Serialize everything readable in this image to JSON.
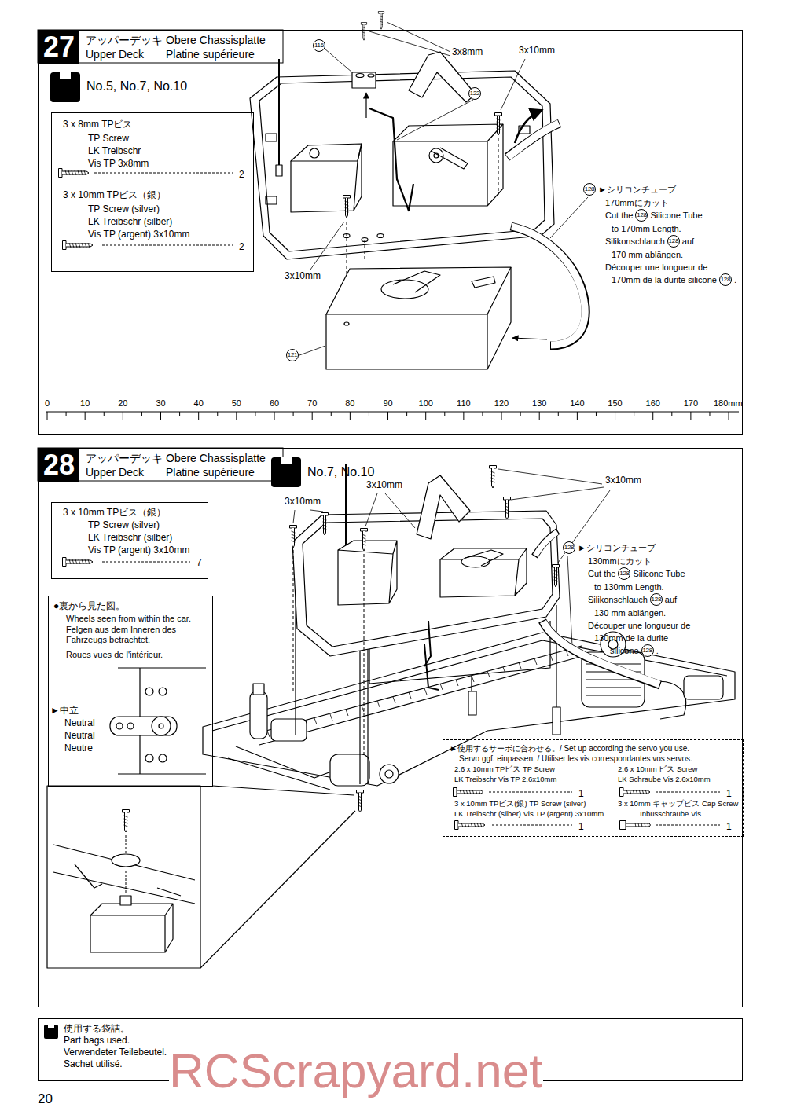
{
  "diagram": {
    "nodes": [
      {
        "text": [
          "27",
          "アッパーデッキ",
          "Obere Chassisplatte",
          "Upper Deck",
          "Platine supérieure"
        ]
      },
      {
        "text": [
          "3 x 8mm TPビス",
          "TP Screw",
          "LK Treibschr",
          "Vis TP 3x8mm",
          "2",
          "3 x 10mm TPビス（銀）",
          "TP Screw (silver)",
          "LK Treibschr (silber)",
          "Vis TP (argent) 3x10mm",
          "2"
        ],
        "in": 0
      },
      {
        "text": [
          "28",
          "アッパーデッキ",
          "Obere Chassisplatte",
          "Upper Deck",
          "Platine supérieure"
        ]
      },
      {
        "text": [
          "3 x 10mm TPビス（銀）",
          "TP Screw (silver)",
          "LK Treibschr (silber)",
          "Vis TP (argent) 3x10mm",
          "7"
        ],
        "in": 2
      },
      {
        "text": [
          "●裏から見た図。",
          "Wheels seen from within the car.",
          "Felgen aus dem Inneren des Fahrzeugs betrachtet.",
          "Roues vues de l'intérieur."
        ],
        "in": 2
      },
      {
        "text": [
          "►使用するサーボに合わせる。/ Set up according the servo you use.",
          "Servo ggf. einpassen. / Utiliser les vis correspondantes vos servos.",
          "2.6 x 10mm TPビス TP Screw",
          "LK Treibschr Vis TP 2.6x10mm",
          "1",
          "2.6 x 10mm ビス Screw",
          "LK Schraube Vis 2.6x10mm",
          "1",
          "3 x 10mm TPビス(銀) TP Screw (silver)",
          "LK Treibschr (silber) Vis TP (argent) 3x10mm",
          "1",
          "3 x 10mm キャップビス Cap Screw",
          "Inbusschraube Vis",
          "1"
        ],
        "in": 2
      },
      {
        "text": [
          "使用する袋詰。",
          "Part bags used.",
          "Verwendeter Teilebeutel.",
          "Sachet utilisé."
        ]
      }
    ],
    "labels": [
      "No.5, No.7, No.10",
      "3x8mm",
      "3x10mm",
      "3x10mm",
      "116",
      "122",
      "121",
      "128",
      "►シリコンチューブ",
      "170mmにカット",
      "Cut the",
      "128",
      "Silicone Tube",
      "to 170mm Length.",
      "Silikonschlauch",
      "128",
      "auf",
      "170 mm ablängen.",
      "Découper une longueur de",
      "170mm de la durite silicone",
      "128",
      ".",
      "0",
      "10",
      "20",
      "30",
      "40",
      "50",
      "60",
      "70",
      "80",
      "90",
      "100",
      "110",
      "120",
      "130",
      "140",
      "150",
      "160",
      "170",
      "180mm",
      "No.7, No.10",
      "3x10mm",
      "3x10mm",
      "3x10mm",
      "128",
      "►シリコンチューブ",
      "130mmにカット",
      "Cut the",
      "128",
      "Silicone Tube",
      "to 130mm Length.",
      "Silikonschlauch",
      "128",
      "auf",
      "130 mm ablängen.",
      "Découper une longueur de",
      "130mm de la durite",
      "silicone",
      "128",
      ".",
      "►中立",
      "Neutral",
      "Neutral",
      "Neutre",
      "20",
      "RCScrapyard.net"
    ]
  }
}
